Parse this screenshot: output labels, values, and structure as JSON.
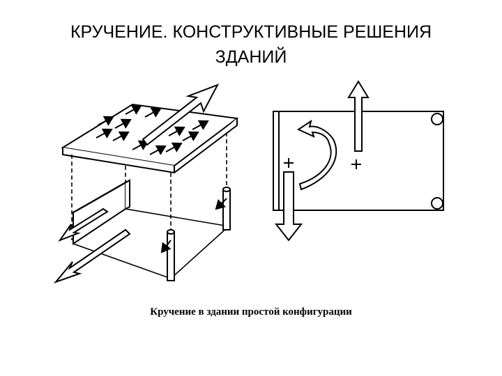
{
  "slide": {
    "title_line1": "КРУЧЕНИЕ. КОНСТРУКТИВНЫЕ РЕШЕНИЯ",
    "title_line2": "ЗДАНИЙ",
    "caption": "Кручение в здании простой конфигурации"
  },
  "figure": {
    "plan_signs": [
      "+",
      "+"
    ]
  },
  "colors": {
    "background": "#ffffff",
    "ink": "#000000"
  }
}
